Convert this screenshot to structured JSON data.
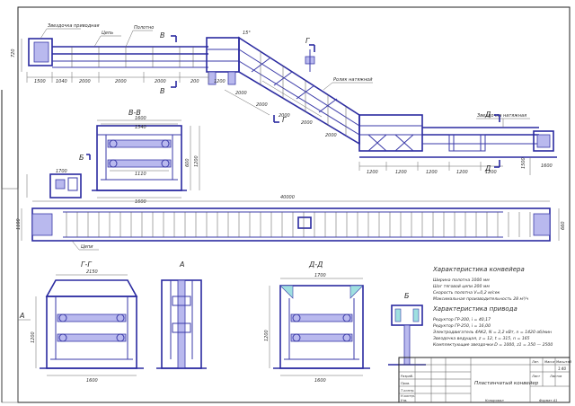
{
  "drawing": {
    "callouts": {
      "drive_station": "Звездочка приводная",
      "chain": "Цепь",
      "bed": "Полотно",
      "tension_sprocket": "Звездочка натяжная",
      "incline_section": "Ролик натяжной",
      "chain_plan": "Цепи"
    },
    "section_marks": {
      "b_arrow": "В",
      "g_arrow": "Г",
      "d_arrow": "Д",
      "b_arrow2": "Б",
      "a_arrow": "А"
    },
    "section_titles": {
      "v_v": "В-В",
      "g_g": "Г-Г",
      "a": "А",
      "d_d": "Д-Д",
      "b": "Б"
    },
    "dimensions": {
      "top_left_h": "720",
      "top_seg1": "1500",
      "top_seg2": "1040",
      "top_seg3": "2000",
      "top_seg4": "2000",
      "top_seg5": "2000",
      "top_seg6": "200",
      "top_seg7": "1200",
      "top_angle": "15°",
      "incline1": "2000",
      "incline2": "2000",
      "incline3": "2000",
      "incline4": "2000",
      "incline5": "2000",
      "bottom_seg1": "1200",
      "bottom_seg2": "1200",
      "bottom_seg3": "1200",
      "bottom_seg4": "1200",
      "bottom_seg5": "1200",
      "bottom_right_h": "1500",
      "bottom_right_w": "1600",
      "vv_w1": "1600",
      "vv_w2": "1540",
      "vv_w3": "1110",
      "vv_h": "600",
      "vv_h2": "1200",
      "vv_base": "1600",
      "plan_total": "40000",
      "plan_left_h": "1100",
      "plan_left_w": "1700",
      "plan_right_h": "660",
      "gg_w": "1600",
      "gg_h": "1200",
      "gg_top": "2150",
      "gg_base": "1600",
      "dd_w": "1700",
      "dd_h": "1200",
      "dd_base": "1600"
    },
    "spec_heading": "Характеристика конвейера",
    "spec_lines": [
      "Ширина полотна 1000 мм",
      "Шаг тяговой цепи 200 мм",
      "Скорость полотна V=0,2 м/сек",
      "Максимальная производительность 28 м³/ч"
    ],
    "drive_heading": "Характеристика привода",
    "drive_lines": [
      "Редуктор ГР-200, i = 40,17",
      "Редуктор ГР-250, i = 16,00",
      "Электродвигатель 4АК2, N = 2,2 кВт, n = 1420 об/мин",
      "Звездочка ведущая, z = 12, t = 315, n = 165",
      "Комплектующие звездочки D = 1000, z1 = 350 — 2500"
    ]
  },
  "title_block": {
    "title": "Пластинчатый конвейер",
    "sheet_label": "Лист",
    "sheets_label": "Листов",
    "mass_label": "Масса",
    "scale_label": "Масштаб",
    "scale_value": "1:40",
    "lit_label": "Лит.",
    "copied": "Копировал",
    "format": "Формат А1",
    "role_dev": "Разраб.",
    "role_chk": "Пров.",
    "role_tch": "Т.контр.",
    "role_nctr": "Н.контр.",
    "role_app": "Утв."
  }
}
